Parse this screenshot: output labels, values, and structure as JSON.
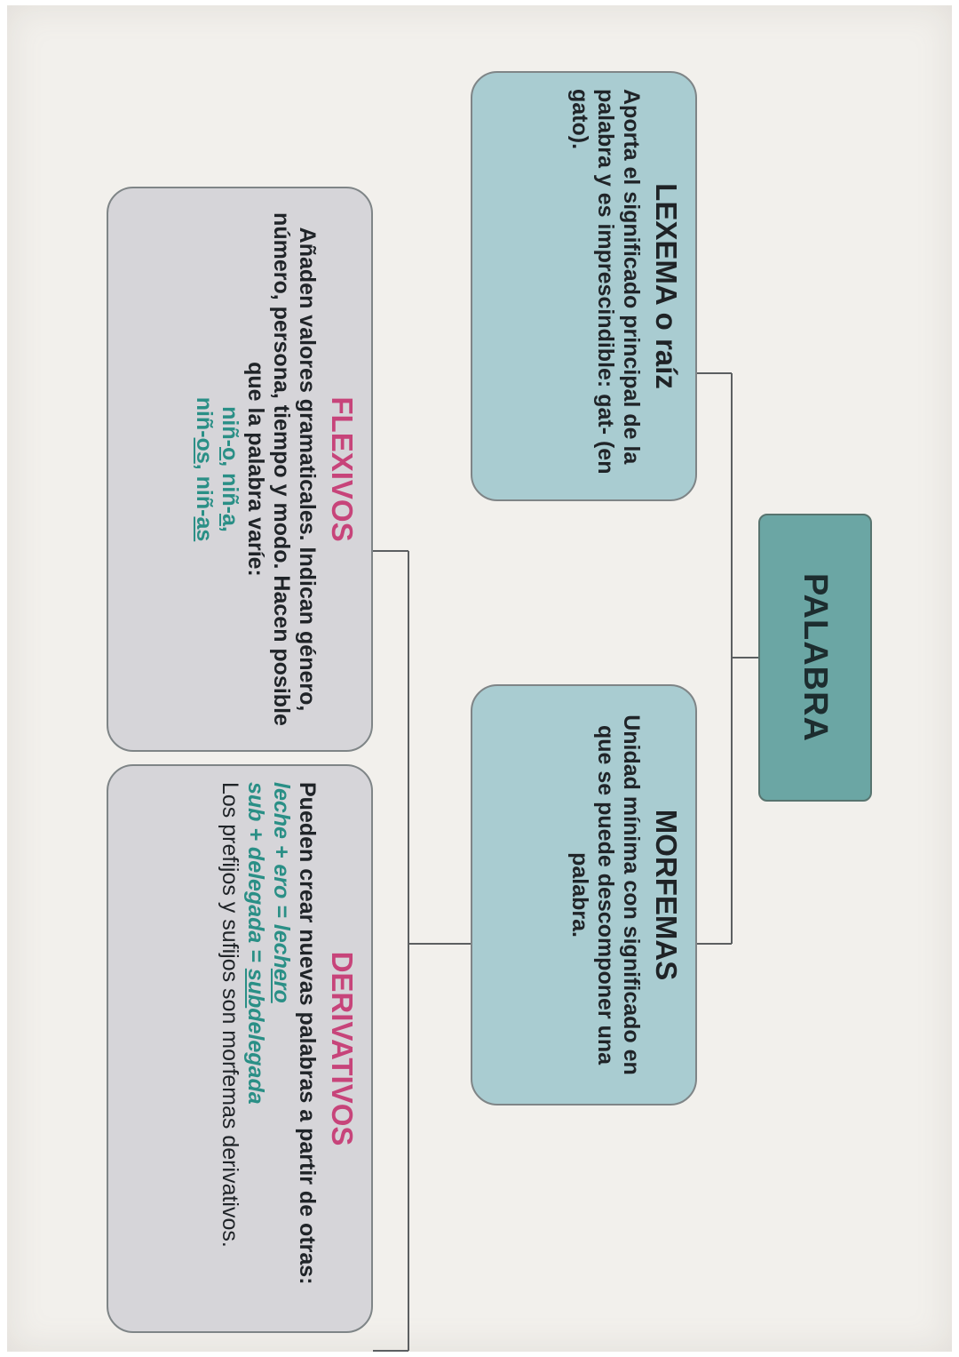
{
  "diagram": {
    "root": {
      "label": "PALABRA"
    },
    "lexema": {
      "title": "LEXEMA o raíz",
      "text": "Aporta el significado principal de la palabra y es imprescindible: gat- (en gato)."
    },
    "morfemas": {
      "title": "MORFEMAS",
      "text": "Unidad mínima con significado en que se puede descomponer una palabra."
    },
    "flexivos": {
      "title": "FLEXIVOS",
      "text": "Añaden valores gramaticales. Indican género, número, persona, tiempo y modo. Hacen posible que la palabra varíe:",
      "examples_line1": [
        "niñ-",
        "o",
        ", niñ-",
        "a",
        ","
      ],
      "examples_line2": [
        "niñ-",
        "os",
        ", niñ-",
        "as"
      ]
    },
    "derivativos": {
      "title": "DERIVATIVOS",
      "text_intro": "Pueden crear nuevas palabras a partir de otras:",
      "example1": [
        "leche + ero = lech",
        "ero"
      ],
      "example2": [
        "sub + delegada = ",
        "sub",
        "delegada"
      ],
      "text_outro": "Los prefijos y sufijos son morfemas derivativos."
    },
    "colors": {
      "root_fill": "#6ba6a4",
      "blue_box": "#a9ccd1",
      "grey_box": "#d6d5d9",
      "title_pink": "#c7447a",
      "example_teal": "#2a8f86"
    }
  }
}
